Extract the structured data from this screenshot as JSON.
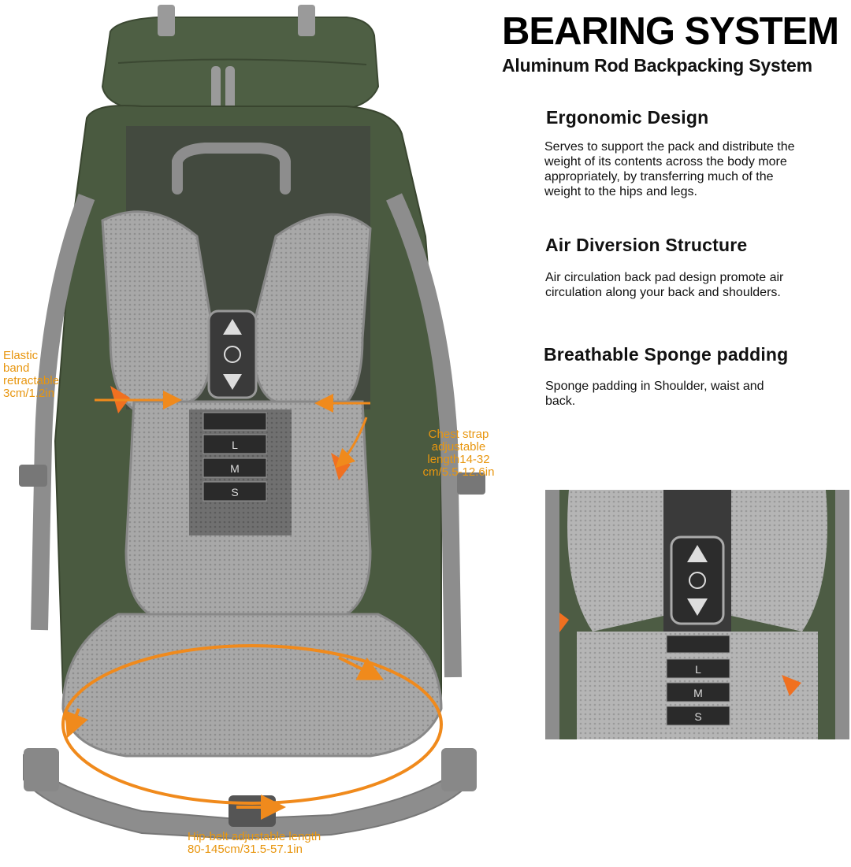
{
  "header": {
    "title": "BEARING SYSTEM",
    "subtitle": "Aluminum Rod Backpacking System"
  },
  "sections": [
    {
      "heading": "Ergonomic Design",
      "body": "Serves to support the pack and distribute the weight of its contents across the body more appropriately, by transferring much of the weight to the hips and legs."
    },
    {
      "heading": "Air Diversion Structure",
      "body": "Air circulation back pad design promote air circulation along your back and shoulders."
    },
    {
      "heading": "Breathable Sponge padding",
      "body": "Sponge padding in Shoulder, waist and back."
    }
  ],
  "callouts": {
    "elastic": [
      "Elastic",
      "band",
      "retractable",
      "3cm/1.2in"
    ],
    "chest": [
      "Chest strap",
      "adjustable",
      "length14-32",
      "cm/5.5-12.6in"
    ],
    "hip": [
      "Hip-belt adjustable length",
      "80-145cm/31.5-57.1in"
    ]
  },
  "size_labels": [
    "L",
    "M",
    "S"
  ],
  "colors": {
    "pack_green": "#4a5a40",
    "mesh_gray": "#a9a9a9",
    "accent_orange": "#f08a1c",
    "callout_text": "#e8960f"
  }
}
